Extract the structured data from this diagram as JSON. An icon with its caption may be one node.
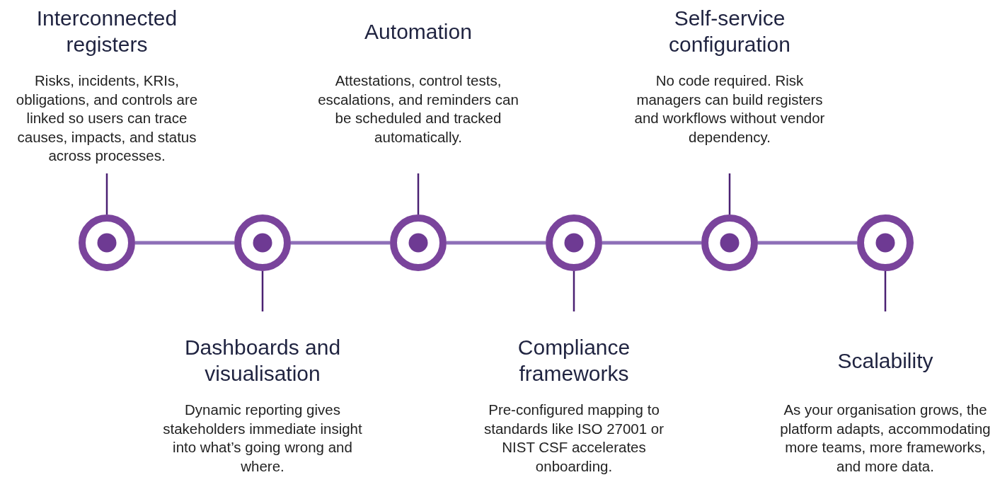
{
  "diagram": {
    "nodes": [
      {
        "text": [
          "Interconnected registers",
          "Risks, incidents, KRIs, obligations, and controls are linked so users can trace causes, impacts, and status across processes."
        ]
      },
      {
        "text": [
          "Automation",
          "Attestations, control tests, escalations, and reminders can be scheduled and tracked automatically."
        ]
      },
      {
        "text": [
          "Self-service configuration",
          "No code required. Risk managers can build registers and workflows without vendor dependency."
        ]
      },
      {
        "text": [],
        "shape": "circle"
      },
      {
        "text": [],
        "shape": "circle"
      },
      {
        "text": [],
        "shape": "circle"
      },
      {
        "text": [],
        "shape": "circle"
      },
      {
        "text": [],
        "shape": "circle"
      },
      {
        "text": [],
        "shape": "circle"
      },
      {
        "text": [
          "Dashboards and visualisation",
          "Dynamic reporting gives stakeholders immediate insight into what’s going wrong and where."
        ]
      },
      {
        "text": [
          "Compliance frameworks",
          "Pre-configured mapping to standards like ISO 27001 or NIST CSF accelerates onboarding."
        ]
      },
      {
        "text": [
          "Scalability",
          "As your organisation grows, the platform adapts, accommodating more teams, more frameworks, and more data."
        ]
      }
    ],
    "edges": [
      {
        "from": 0,
        "to": 3,
        "arrow": "none"
      },
      {
        "from": 1,
        "to": 5,
        "arrow": "none"
      },
      {
        "from": 2,
        "to": 7,
        "arrow": "none"
      },
      {
        "from": 9,
        "to": 4,
        "arrow": "none"
      },
      {
        "from": 10,
        "to": 6,
        "arrow": "none"
      },
      {
        "from": 11,
        "to": 8,
        "arrow": "none"
      },
      {
        "from": 3,
        "to": 4,
        "arrow": "none",
        "style": "thick",
        "color": "#8e6fb8"
      },
      {
        "from": 4,
        "to": 5,
        "arrow": "none",
        "style": "thick",
        "color": "#8e6fb8"
      },
      {
        "from": 5,
        "to": 6,
        "arrow": "none",
        "style": "thick",
        "color": "#8e6fb8"
      },
      {
        "from": 6,
        "to": 7,
        "arrow": "none",
        "style": "thick",
        "color": "#8e6fb8"
      },
      {
        "from": 7,
        "to": 8,
        "arrow": "none",
        "style": "thick",
        "color": "#8e6fb8"
      }
    ]
  }
}
